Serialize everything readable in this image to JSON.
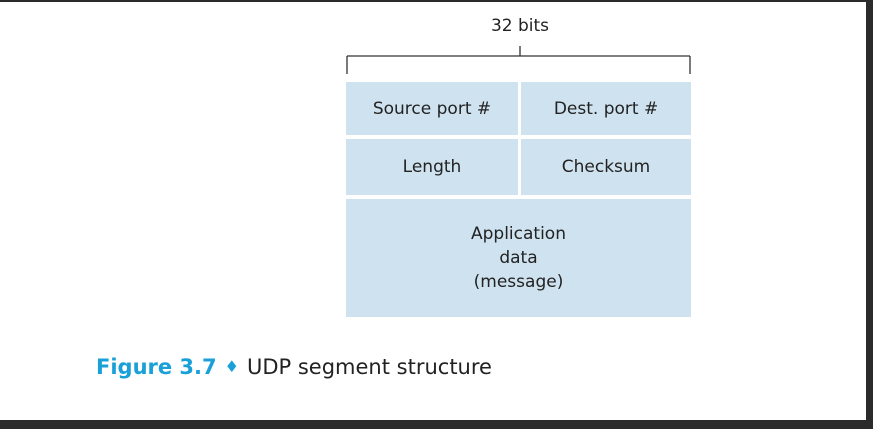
{
  "diagram": {
    "width_label": "32 bits",
    "fields": {
      "source_port": "Source port #",
      "dest_port": "Dest. port #",
      "length": "Length",
      "checksum": "Checksum",
      "app_data_line1": "Application",
      "app_data_line2": "data",
      "app_data_line3": "(message)"
    }
  },
  "caption": {
    "label": "Figure 3.7",
    "separator": "♦",
    "text": "UDP segment structure"
  },
  "colors": {
    "cell_fill": "#cfe2ef",
    "caption_accent": "#1aa0d8",
    "background_frame": "#2b2b2b"
  }
}
